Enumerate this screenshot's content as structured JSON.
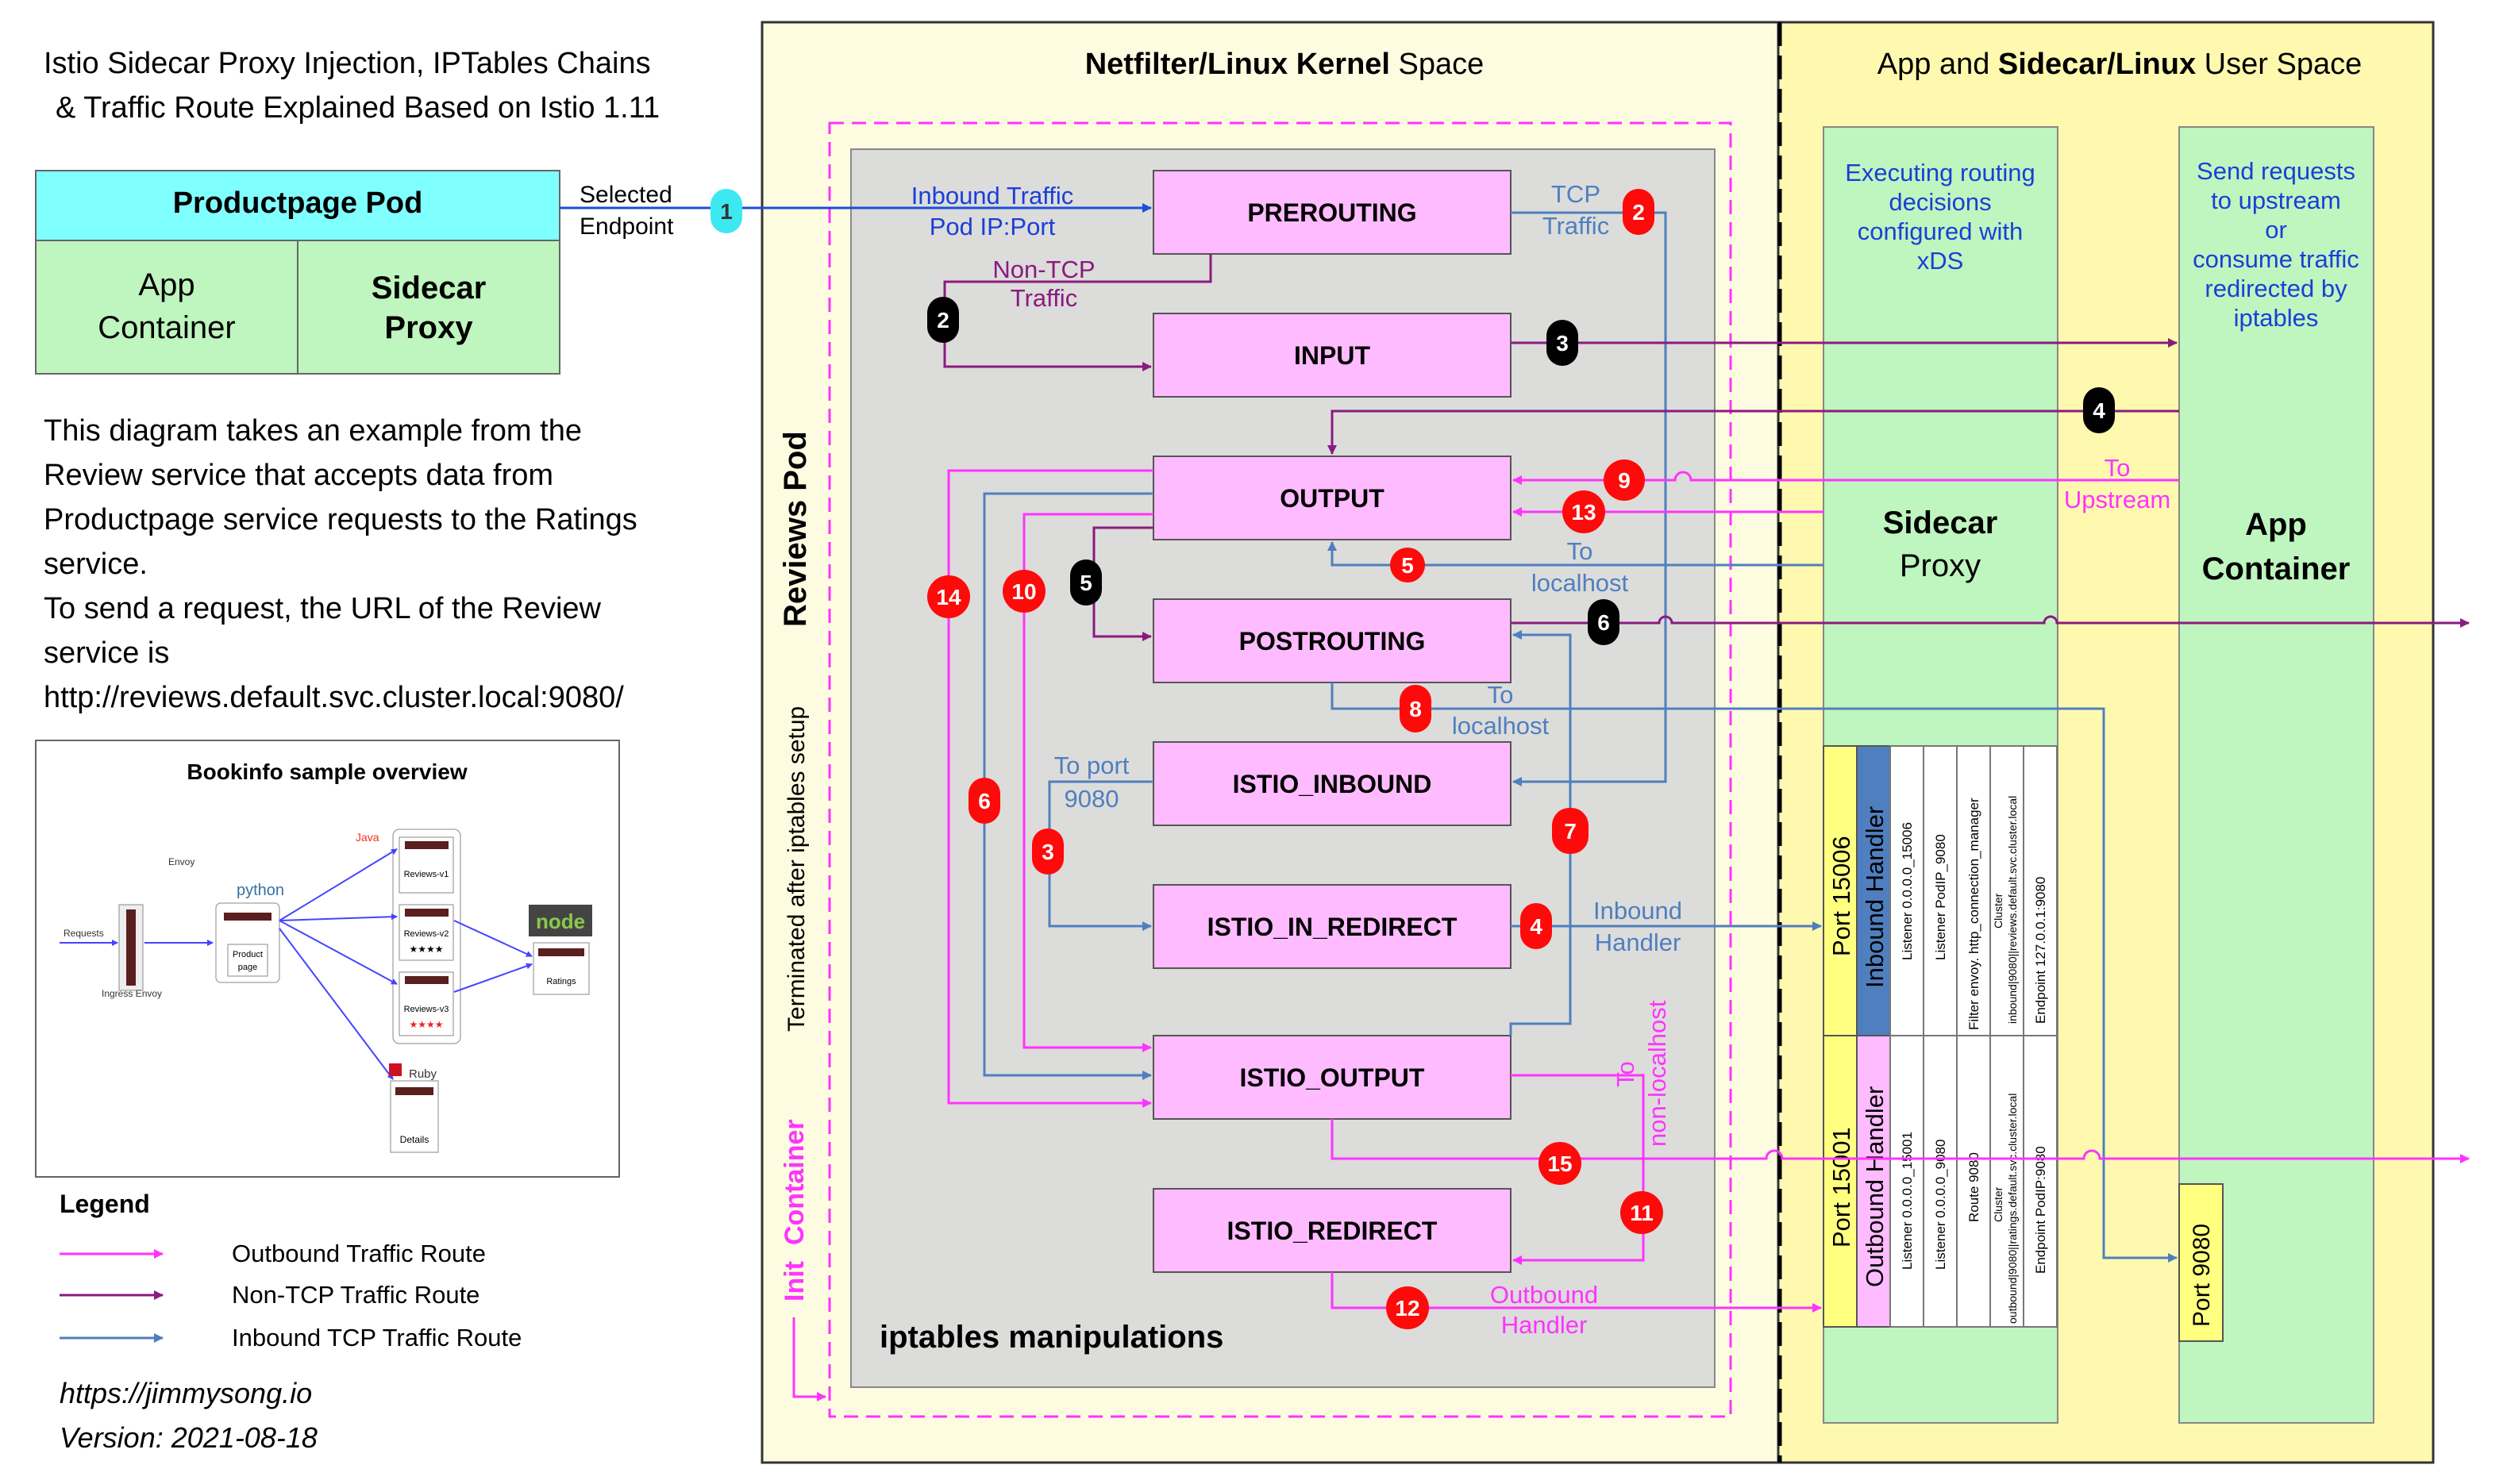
{
  "title": {
    "line1": "Istio Sidecar Proxy Injection, IPTables Chains",
    "line2": "& Traffic Route Explained Based on Istio 1.11"
  },
  "productpage_pod": {
    "name": "Productpage Pod",
    "app_line1": "App",
    "app_line2": "Container",
    "sidecar_line1": "Sidecar",
    "sidecar_line2": "Proxy",
    "selected_line1": "Selected",
    "selected_line2": "Endpoint"
  },
  "description": [
    "This diagram takes an example from the",
    "Review service that accepts data from",
    "Productpage service requests to the Ratings",
    "service.",
    "To send a request, the URL of the Review",
    "service is",
    "http://reviews.default.svc.cluster.local:9080/"
  ],
  "bookinfo": {
    "title": "Bookinfo sample overview",
    "requests": "Requests",
    "ingress": "Ingress Envoy",
    "envoy": "Envoy",
    "python": "python",
    "java": "Java",
    "node": "node",
    "ruby": "Ruby",
    "product": "Product",
    "page": "page",
    "reviews_v1": "Reviews-v1",
    "reviews_v2": "Reviews-v2",
    "reviews_v3": "Reviews-v3",
    "stars": "★★★★",
    "ratings": "Ratings",
    "details": "Details"
  },
  "legend": {
    "title": "Legend",
    "items": [
      {
        "label": "Outbound Traffic Route",
        "color": "#ff33ff"
      },
      {
        "label": "Non-TCP Traffic Route",
        "color": "#8b1a80"
      },
      {
        "label": "Inbound TCP Traffic Route",
        "color": "#4f7fbf"
      }
    ]
  },
  "footer": {
    "url": "https://jimmysong.io",
    "version": "Version: 2021-08-18"
  },
  "kernel_space": {
    "title_bold": "Netfilter/Linux Kernel",
    "title_rest": " Space",
    "reviews_pod": "Reviews Pod",
    "terminated": "Terminated after iptables setup",
    "init": "Init",
    "container": "Container",
    "iptables": "iptables manipulations"
  },
  "user_space": {
    "title_pre": "App and ",
    "title_bold": "Sidecar/Linux",
    "title_post": " User Space",
    "sidecar_desc": [
      "Executing routing",
      "decisions",
      "configured with",
      "xDS"
    ],
    "app_desc": [
      "Send requests",
      "to upstream",
      "or",
      "consume traffic",
      "redirected by",
      "iptables"
    ],
    "sidecar_line1": "Sidecar",
    "sidecar_line2": "Proxy",
    "app_line1": "App",
    "app_line2": "Container",
    "port_9080": "Port 9080"
  },
  "chains": {
    "prerouting": "PREROUTING",
    "input": "INPUT",
    "output": "OUTPUT",
    "postrouting": "POSTROUTING",
    "istio_inbound": "ISTIO_INBOUND",
    "istio_in_redirect": "ISTIO_IN_REDIRECT",
    "istio_output": "ISTIO_OUTPUT",
    "istio_redirect": "ISTIO_REDIRECT"
  },
  "edge_labels": {
    "inbound_traffic": "Inbound Traffic",
    "pod_ip_port": "Pod IP:Port",
    "non_tcp": "Non-TCP",
    "traffic": "Traffic",
    "tcp": "TCP",
    "tcp_traffic": "Traffic",
    "to": "To",
    "localhost": "localhost",
    "to_port": "To port",
    "port_9080": "9080",
    "inbound": "Inbound",
    "handler": "Handler",
    "to_upstream_to": "To",
    "upstream": "Upstream",
    "non_localhost": "non-localhost",
    "outbound": "Outbound",
    "outbound_handler": "Handler"
  },
  "badges": {
    "one": "1",
    "two": "2",
    "three": "3",
    "four": "4",
    "five": "5",
    "six": "6",
    "seven": "7",
    "eight": "8",
    "nine": "9",
    "ten": "10",
    "eleven": "11",
    "twelve": "12",
    "thirteen": "13",
    "fourteen": "14",
    "fifteen": "15"
  },
  "inbound_handler": {
    "port": "Port 15006",
    "name": "Inbound Handler",
    "listener1": "Listener 0.0.0.0_15006",
    "listener2": "Listener PodIP_9080",
    "filter": "Filter envoy. http_connection_manager",
    "cluster_label": "Cluster",
    "cluster": "inbound|9080||reviews.default.svc.cluster.local",
    "endpoint": "Endpoint 127.0.0.1:9080"
  },
  "outbound_handler": {
    "port": "Port 15001",
    "name": "Outbound Handler",
    "listener1": "Listener 0.0.0.0_15001",
    "listener2": "Listener 0.0.0.0_9080",
    "route": "Route 9080",
    "cluster_label": "Cluster",
    "cluster": "outbound|9080||ratings.default.svc.cluster.local",
    "endpoint": "Endpoint PodIP:9080"
  },
  "colors": {
    "outbound": "#ff33ff",
    "non_tcp": "#8b1a80",
    "inbound": "#4f7fbf",
    "chain_fill": "#ffbbff",
    "green": "#bff5bf",
    "cyan": "#80ffff",
    "yellow_bg": "#fff9c4",
    "red_badge": "#ff0a0a",
    "black_badge": "#000000"
  }
}
